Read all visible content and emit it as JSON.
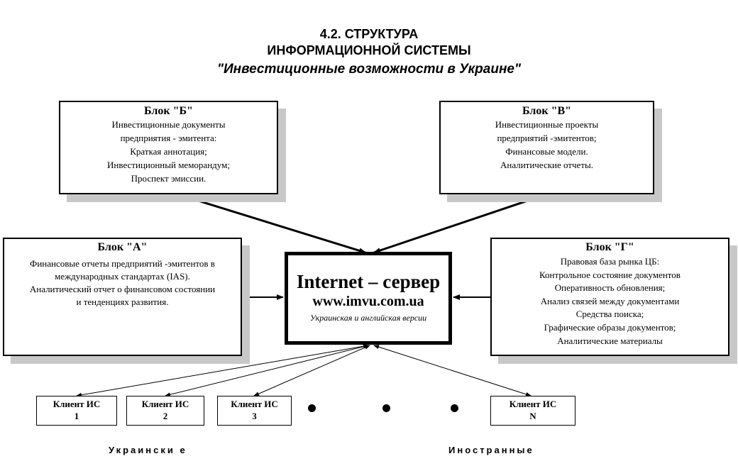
{
  "title": {
    "line1": "4.2. СТРУКТУРА",
    "line2": "ИНФОРМАЦИОННОЙ  СИСТЕМЫ",
    "line3": "\"Инвестиционные возможности в Украине\""
  },
  "blocks": {
    "b": {
      "heading": "Блок \"Б\"",
      "lines": [
        "Инвестиционные документы",
        "предприятия - эмитента:",
        "Краткая аннотация;",
        "Инвестиционный меморандум;",
        "Проспект эмиссии."
      ]
    },
    "v": {
      "heading": "Блок \"В\"",
      "lines": [
        "Инвестиционные проекты",
        "предприятий -эмитентов;",
        "Финансовые модели.",
        "Аналитические отчеты."
      ]
    },
    "a": {
      "heading": "Блок \"А\"",
      "lines": [
        "Финансовые отчеты предприятий -эмитентов в",
        "международных  стандартах (IAS).",
        "Аналитический отчет о финансовом состоянии",
        "и тенденциях развития."
      ]
    },
    "g": {
      "heading": "Блок  \"Г\"",
      "lines": [
        "Правовая база рынка ЦБ:",
        "Контрольное состояние документов",
        "Оперативность обновления;",
        "Анализ связей между документами",
        "Средства поиска;",
        "Графические  образы документов;",
        "Аналитические материалы"
      ]
    }
  },
  "server": {
    "title": "Internet – сервер",
    "url": "www.imvu.com.ua",
    "note": "Украинская и английская версии"
  },
  "clients": [
    {
      "line1": "Клиент ИС",
      "line2": "1"
    },
    {
      "line1": "Клиент ИС",
      "line2": "2"
    },
    {
      "line1": "Клиент ИС",
      "line2": "3"
    },
    {
      "line1": "Клиент ИС",
      "line2": "N"
    }
  ],
  "groups": {
    "ukrainian": "Украински е",
    "foreign": "Иностранные"
  }
}
